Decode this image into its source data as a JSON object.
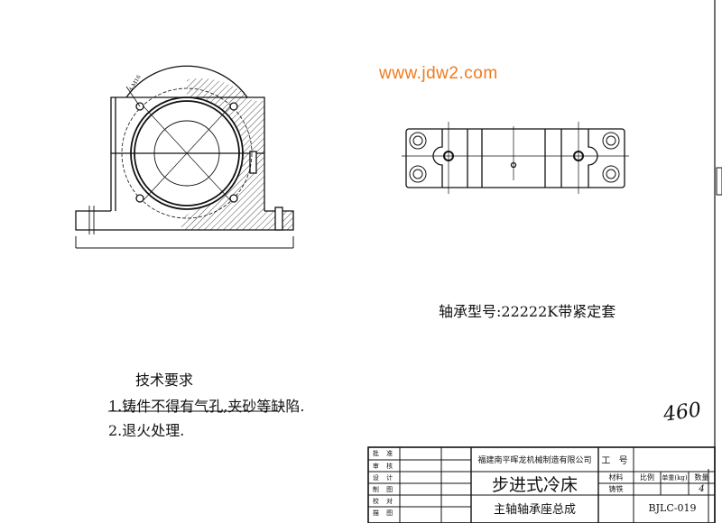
{
  "watermark": "www.jdw2.com",
  "bearing_note": "轴承型号:22222K带紧定套",
  "front_view": {
    "hole_label": "4-M16"
  },
  "requirements": {
    "title": "技术要求",
    "items": [
      "1.铸件不得有气孔,夹砂等缺陷.",
      "2.退火处理."
    ]
  },
  "handwritten_note": "460",
  "title_block": {
    "roles": [
      "批 准",
      "审 核",
      "设 计",
      "制 图",
      "校 对",
      "描 图"
    ],
    "company": "福建南平晖龙机械制造有限公司",
    "product": "步进式冷床",
    "part_name": "主轴轴承座总成",
    "job_no_label": "工 号",
    "material_label": "材料",
    "material": "铸铁",
    "scale_label": "比例",
    "unit_weight_label": "单重(kg)",
    "quantity_label": "数量",
    "quantity": "4",
    "drawing_no": "BJLC-019"
  }
}
